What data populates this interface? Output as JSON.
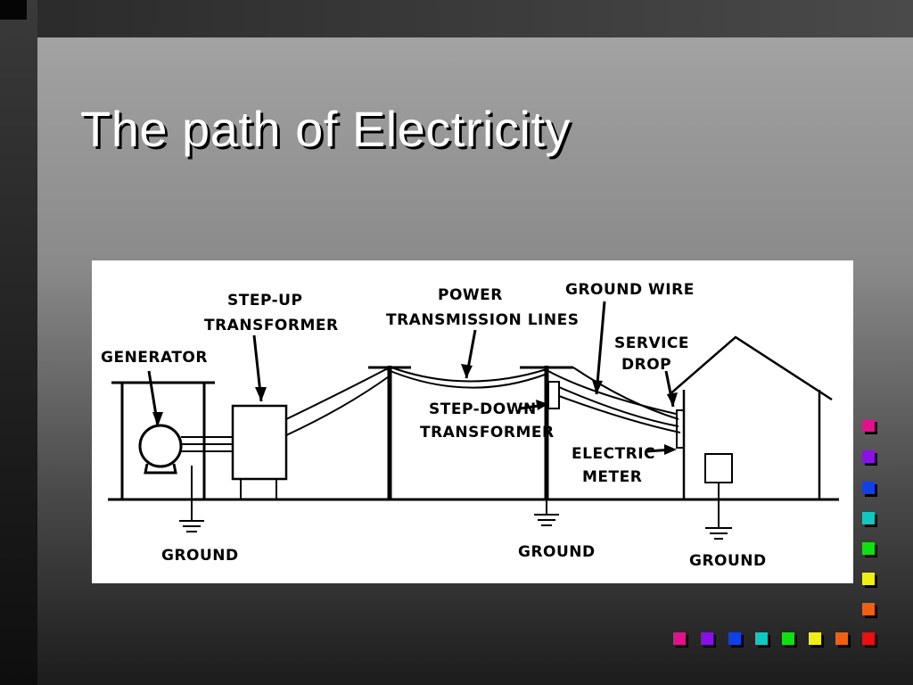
{
  "slide": {
    "title": "The path of Electricity"
  },
  "diagram": {
    "labels": {
      "generator": "GENERATOR",
      "step_up_1": "STEP-UP",
      "step_up_2": "TRANSFORMER",
      "power_1": "POWER",
      "power_2": "TRANSMISSION LINES",
      "ground_wire": "GROUND WIRE",
      "service_1": "SERVICE",
      "service_2": "DROP",
      "step_down_1": "STEP-DOWN",
      "step_down_2": "TRANSFORMER",
      "meter_1": "ELECTRIC",
      "meter_2": "METER",
      "ground_1": "GROUND",
      "ground_2": "GROUND",
      "ground_3": "GROUND"
    }
  },
  "decoration": {
    "square_colors": [
      "#e0128a",
      "#8a10e8",
      "#1040e8",
      "#10c8c0",
      "#10e010",
      "#f0f010",
      "#f06010",
      "#e81010"
    ]
  }
}
